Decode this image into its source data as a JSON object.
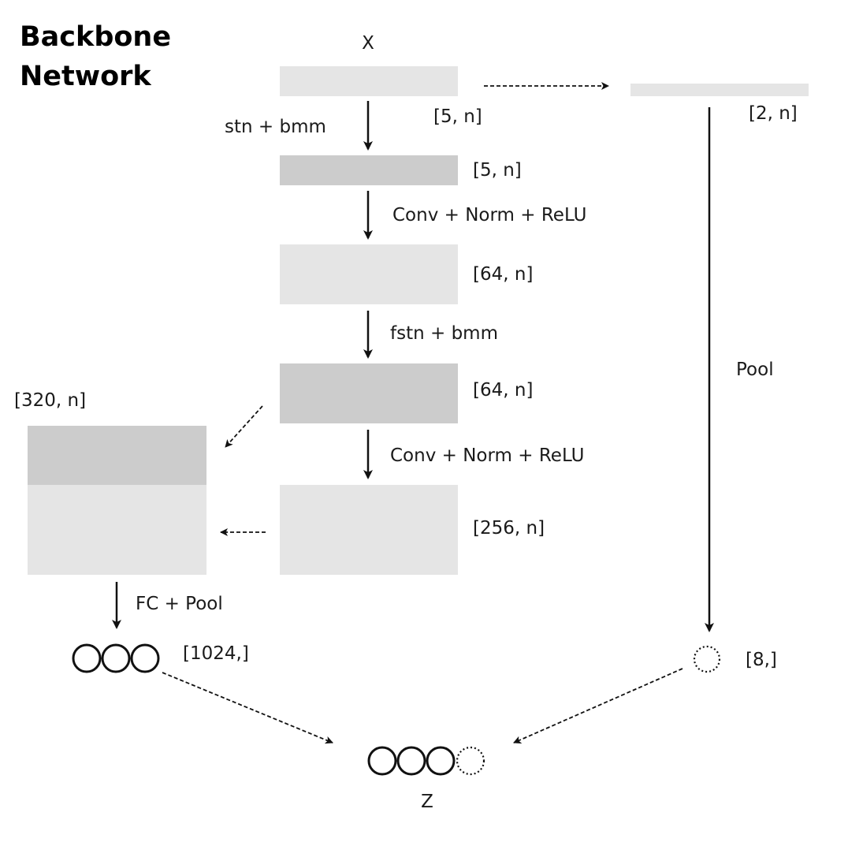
{
  "title": {
    "line1": "Backbone",
    "line2": "Network"
  },
  "nodes": {
    "input_name": "X",
    "output_name": "Z",
    "shapes": {
      "input": "[5, n]",
      "aux_input": "[2, n]",
      "after_stn": "[5, n]",
      "conv1": "[64, n]",
      "after_fstn": "[64, n]",
      "conv2": "[256, n]",
      "concat": "[320, n]",
      "global_feat": "[1024,]",
      "aux_feat": "[8,]"
    }
  },
  "ops": {
    "stn": "stn + bmm",
    "conv1": "Conv + Norm + ReLU",
    "fstn": "fstn + bmm",
    "conv2": "Conv + Norm + ReLU",
    "fc_pool": "FC + Pool",
    "aux_pool": "Pool"
  }
}
